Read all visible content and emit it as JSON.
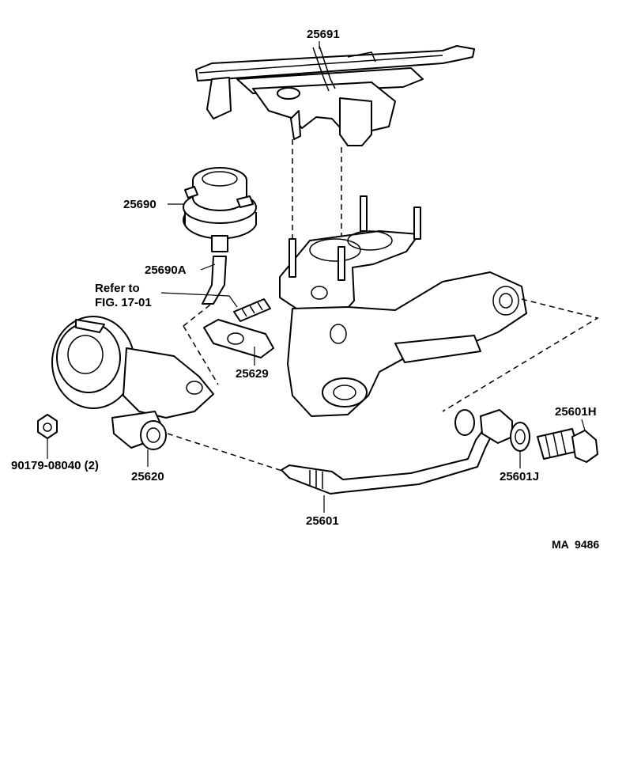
{
  "parts": {
    "p25691": "25691",
    "p25690": "25690",
    "p25690A": "25690A",
    "refer_line1": "Refer to",
    "refer_line2": "FIG. 17-01",
    "p25629": "25629",
    "p25620": "25620",
    "p90179": "90179-08040 (2)",
    "p25601": "25601",
    "p25601H": "25601H",
    "p25601J": "25601J"
  },
  "drawing_code": "MA  9486"
}
